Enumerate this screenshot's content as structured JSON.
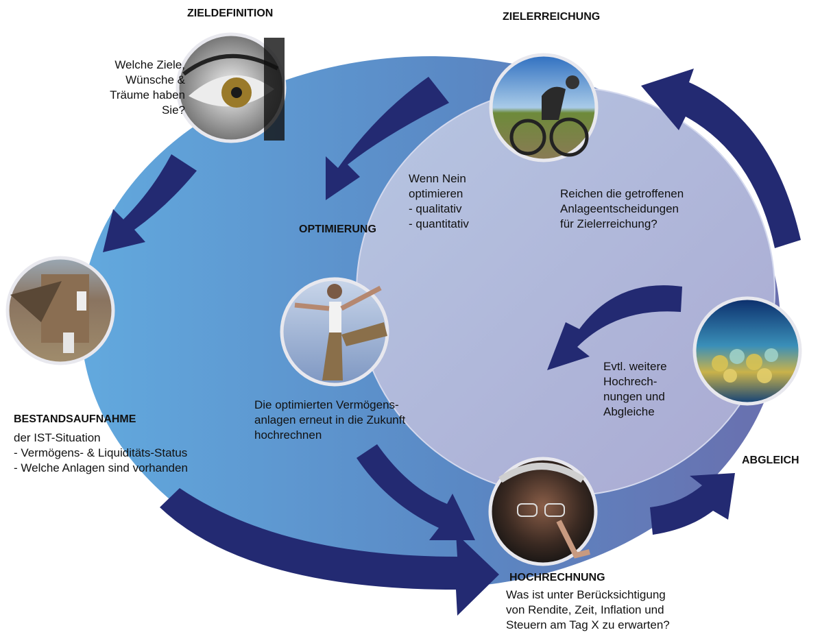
{
  "colors": {
    "ellipse_left": "#5ea0d8",
    "ellipse_right": "#6c79b5",
    "inner_ellipse": "#b9bedc",
    "arrow": "#232a72"
  },
  "stages": {
    "zieldefinition": {
      "title": "ZIELDEFINITION",
      "text": "Welche Ziele,\nWünsche &\nTräume haben\nSie?",
      "image": "eye-photo"
    },
    "zielerreichung": {
      "title": "ZIELERREICHUNG",
      "text": "Reichen die getroffenen\nAnlageentscheidungen\nfür Zielerreichung?",
      "image": "mountain-biker-photo"
    },
    "optimierung": {
      "title": "OPTIMIERUNG",
      "condition": "Wenn Nein\noptimieren\n- qualitativ\n- quantitativ",
      "text": "Die optimierten Vermögens-\nanlagen erneut in die Zukunft\nhochrechnen",
      "image": "yoga-stretch-photo"
    },
    "bestandsaufnahme": {
      "title": "BESTANDSAUFNAHME",
      "text": "der IST-Situation\n- Vermögens- & Liquiditäts-Status\n- Welche Anlagen sind vorhanden",
      "image": "old-building-photo"
    },
    "hochrechnung": {
      "title": "HOCHRECHNUNG",
      "text": "Was ist unter Berücksichtigung\nvon Rendite, Zeit, Inflation und\nSteuern am Tag X zu erwarten?",
      "image": "old-man-glasses-photo"
    },
    "abgleich": {
      "title": "ABGLEICH",
      "loop_text": "Evtl. weitere\nHochrech-\nnungen und\nAbgleiche",
      "image": "glass-beads-photo"
    }
  }
}
